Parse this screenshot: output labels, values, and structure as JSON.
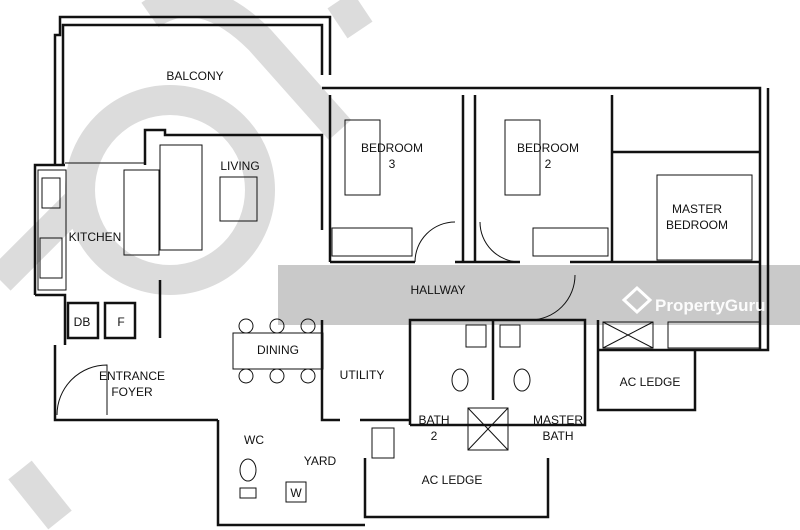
{
  "rooms": {
    "balcony": "BALCONY",
    "living": "LIVING",
    "kitchen": "KITCHEN",
    "bedroom3": [
      "BEDROOM",
      "3"
    ],
    "bedroom2": [
      "BEDROOM",
      "2"
    ],
    "master_bedroom": [
      "MASTER",
      "BEDROOM"
    ],
    "hallway": "HALLWAY",
    "db": "DB",
    "fridge": "F",
    "dining": "DINING",
    "entrance_foyer": [
      "ENTRANCE",
      "FOYER"
    ],
    "utility": "UTILITY",
    "ac_ledge_right": "AC LEDGE",
    "bath2": [
      "BATH",
      "2"
    ],
    "master_bath": [
      "MASTER",
      "BATH"
    ],
    "wc": "WC",
    "yard": "YARD",
    "washer": "W",
    "ac_ledge_bottom": "AC LEDGE"
  },
  "watermark": {
    "brand": "PropertyGuru"
  },
  "colors": {
    "hallway": "#c9c9c9",
    "watermark": "#d4d4d4",
    "wall": "#111111"
  }
}
